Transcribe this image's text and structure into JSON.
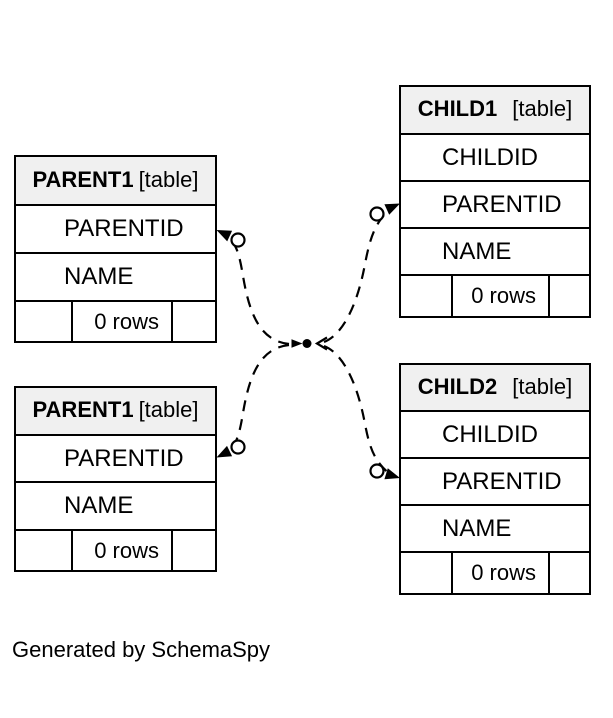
{
  "diagram": {
    "tables": [
      {
        "id": "parent1-top",
        "name": "PARENT1",
        "type_label": "[table]",
        "columns": [
          "PARENTID",
          "NAME"
        ],
        "row_count": "0 rows"
      },
      {
        "id": "child1",
        "name": "CHILD1",
        "type_label": "[table]",
        "columns": [
          "CHILDID",
          "PARENTID",
          "NAME"
        ],
        "row_count": "0 rows"
      },
      {
        "id": "parent1-bottom",
        "name": "PARENT1",
        "type_label": "[table]",
        "columns": [
          "PARENTID",
          "NAME"
        ],
        "row_count": "0 rows"
      },
      {
        "id": "child2",
        "name": "CHILD2",
        "type_label": "[table]",
        "columns": [
          "CHILDID",
          "PARENTID",
          "NAME"
        ],
        "row_count": "0 rows"
      }
    ],
    "relationships": {
      "line_style": "dashed",
      "junction": "central filled dot",
      "endpoints": [
        {
          "table": "PARENT1 (top)",
          "column": "PARENTID",
          "terminator": "solid arrowhead with open circle"
        },
        {
          "table": "CHILD1",
          "column": "PARENTID",
          "terminator": "solid arrowhead with open circle"
        },
        {
          "table": "PARENT1 (bottom)",
          "column": "PARENTID",
          "terminator": "solid arrowhead with open circle"
        },
        {
          "table": "CHILD2",
          "column": "PARENTID",
          "terminator": "solid arrowhead with open circle"
        }
      ]
    },
    "caption": "Generated by SchemaSpy",
    "colors": {
      "background": "#ffffff",
      "header_bg": "#f0f0f0",
      "border": "#000000",
      "text": "#000000",
      "line": "#000000"
    }
  }
}
